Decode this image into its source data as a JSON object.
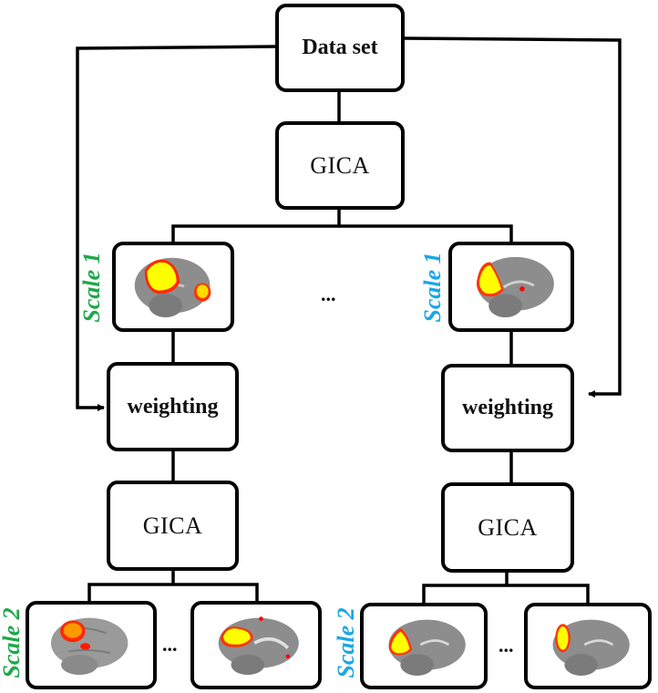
{
  "diagram": {
    "type": "flowchart",
    "nodes": {
      "data_set": "Data set",
      "gica_top": "GICA",
      "weighting_left": "weighting",
      "weighting_right": "weighting",
      "gica_left": "GICA",
      "gica_right": "GICA"
    },
    "scale_labels": {
      "left_scale1": "Scale 1",
      "right_scale1": "Scale 1",
      "left_scale2": "Scale 2",
      "right_scale2": "Scale 2"
    },
    "ellipses": {
      "middle": "...",
      "bottom_left": "...",
      "bottom_right": "..."
    },
    "images": {
      "scale1_left": "brain-sagittal-parietal-frontal-activation",
      "scale1_right": "brain-sagittal-occipital-activation",
      "scale2_left_a": "brain-sagittal-lateral-parietal-activation",
      "scale2_left_b": "brain-sagittal-posterior-cingulate-activation",
      "scale2_right_a": "brain-sagittal-occipital-activation-small",
      "scale2_right_b": "brain-sagittal-cuneus-activation"
    },
    "edges": [
      {
        "from": "Data set",
        "to": "GICA"
      },
      {
        "from": "GICA",
        "to": "Scale 1 (left)"
      },
      {
        "from": "GICA",
        "to": "Scale 1 (right)"
      },
      {
        "from": "Scale 1 (left)",
        "to": "weighting (left)"
      },
      {
        "from": "Data set",
        "to": "weighting (left)",
        "arrow": true
      },
      {
        "from": "Scale 1 (right)",
        "to": "weighting (right)"
      },
      {
        "from": "Data set",
        "to": "weighting (right)",
        "arrow": true
      },
      {
        "from": "weighting (left)",
        "to": "GICA (left)"
      },
      {
        "from": "weighting (right)",
        "to": "GICA (right)"
      },
      {
        "from": "GICA (left)",
        "to": "Scale 2 (left) components"
      },
      {
        "from": "GICA (right)",
        "to": "Scale 2 (right) components"
      }
    ],
    "colors": {
      "left_scale": "#1fa84a",
      "right_scale": "#1aa7e8",
      "activation_core": "#ffff00",
      "activation_edge": "#ff2000",
      "brain_gray": "#8a8a8a"
    }
  }
}
